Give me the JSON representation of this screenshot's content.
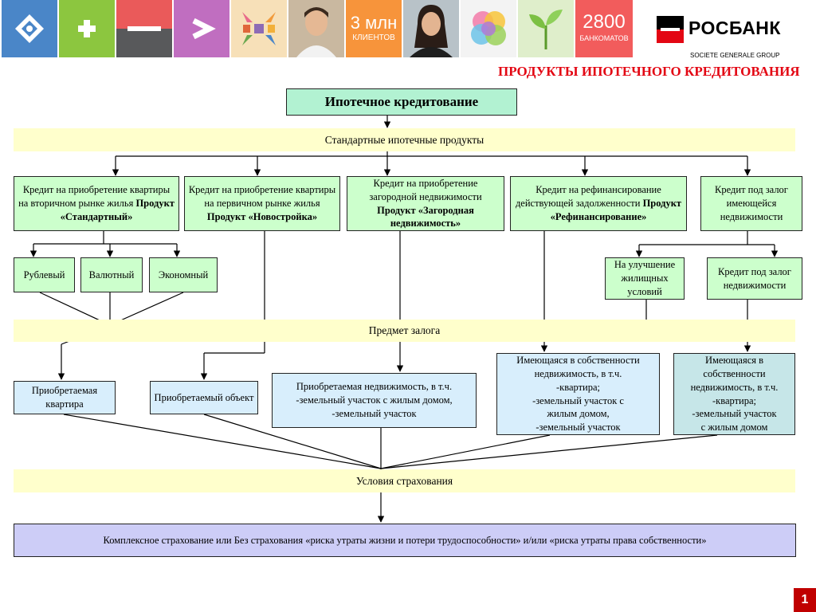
{
  "header": {
    "tiles": [
      {
        "icon": "eye-icon",
        "color": "#4a86c8"
      },
      {
        "icon": "plus-icon",
        "color": "#8cc63f"
      },
      {
        "icon": "minus-icon",
        "color": "#58595b"
      },
      {
        "icon": "arrow-right-icon",
        "color": "#c06ec0"
      },
      {
        "icon": "arrows-in-icon",
        "color": "#f7e0b8"
      },
      {
        "icon": "man-photo-icon",
        "color": "#c9b8a0"
      },
      {
        "icon": "clients-tile",
        "color": "#f7943b"
      },
      {
        "icon": "woman-photo-icon",
        "color": "#b8c2c8"
      },
      {
        "icon": "colors-icon",
        "color": "#f3f3f3"
      },
      {
        "icon": "plant-icon",
        "color": "#dfeecb"
      },
      {
        "icon": "atm-tile",
        "color": "#f25c5c"
      }
    ],
    "clients_number": "3 млн",
    "clients_word": "КЛИЕНТОВ",
    "atm_number": "2800",
    "atm_word": "БАНКОМАТОВ",
    "logo_name": "РОСБАНК",
    "logo_sub": "SOCIETE GENERALE GROUP",
    "brand_red": "#e30613"
  },
  "page_title": "ПРОДУКТЫ ИПОТЕЧНОГО КРЕДИТОВАНИЯ",
  "diagram": {
    "root": "Ипотечное кредитование",
    "band_products": "Стандартные ипотечные продукты",
    "product1": {
      "text": "Кредит на приобретение квартиры на вторичном рынке жилья",
      "bold": "Продукт «Стандартный»"
    },
    "product2": {
      "text": "Кредит на приобретение квартиры на первичном рынке жилья",
      "bold": "Продукт «Новостройка»"
    },
    "product3": {
      "text": "Кредит на приобретение загородной недвижимости",
      "bold": "Продукт «Загородная недвижимость»"
    },
    "product4": {
      "text": "Кредит на рефинансирование действующей задолженности",
      "bold": "Продукт «Рефинансирование»"
    },
    "product5": {
      "text": "Кредит под залог имеющейся недвижимости"
    },
    "sub_ruble": "Рублевый",
    "sub_currency": "Валютный",
    "sub_economy": "Экономный",
    "sub_improve": "На улучшение жилищных условий",
    "sub_pledge": "Кредит под залог недвижимости",
    "band_collateral": "Предмет залога",
    "col_apartment": "Приобретаемая квартира",
    "col_object": "Приобретаемый объект",
    "col_acquired": [
      "Приобретаемая недвижимость, в т.ч.",
      "-земельный участок с жилым домом,",
      "-земельный участок"
    ],
    "col_owned1": [
      "Имеющаяся в собственности",
      "недвижимость, в т.ч.",
      "-квартира;",
      "-земельный участок с",
      "жилым домом,",
      "-земельный участок"
    ],
    "col_owned2": [
      "Имеющаяся в",
      "собственности",
      "недвижимость, в т.ч.",
      "-квартира;",
      "-земельный участок",
      "с жилым домом"
    ],
    "band_insurance": "Условия страхования",
    "insurance": "Комплексное страхование или Без страхования «риска утраты жизни и потери трудоспособности» и/или «риска утраты права собственности»"
  },
  "page_number": "1"
}
